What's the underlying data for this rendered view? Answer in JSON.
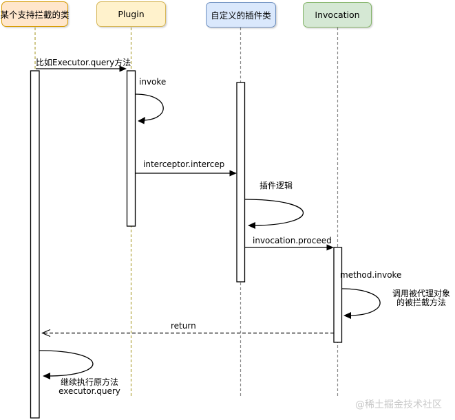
{
  "diagram_type": "uml-sequence-diagram",
  "actors": [
    {
      "id": "interceptable-class",
      "label": "某个支持拦截的类",
      "fill": "#ffe6cc",
      "border": "#d79b00"
    },
    {
      "id": "plugin",
      "label": "Plugin",
      "fill": "#fff2cc",
      "border": "#d6b656"
    },
    {
      "id": "custom-plugin-class",
      "label": "自定义的插件类",
      "fill": "#dae8fc",
      "border": "#6c8ebf"
    },
    {
      "id": "invocation",
      "label": "Invocation",
      "fill": "#d5e8d4",
      "border": "#82b366"
    }
  ],
  "messages": {
    "call_query": "比如Executor.query方法",
    "invoke": "invoke",
    "interceptor_intercep": "interceptor.intercep",
    "plugin_logic": "插件逻辑",
    "invocation_proceed": "invocation.proceed",
    "method_invoke": "method.invoke",
    "proxy_note_line1": "调用被代理对象",
    "proxy_note_line2": "的被拦截方法",
    "return_label": "return",
    "continue_line1": "继续执行原方法",
    "continue_line2": "executor.query"
  },
  "watermark": "@稀土掘金技术社区",
  "colors": {
    "lifeline_yellow": "#b1a43e",
    "lifeline_gray": "#8a8a8a",
    "activation_fill": "#ffffff",
    "activation_border": "#000000",
    "arrow": "#000000",
    "watermark_text": "#c9c9c9"
  }
}
